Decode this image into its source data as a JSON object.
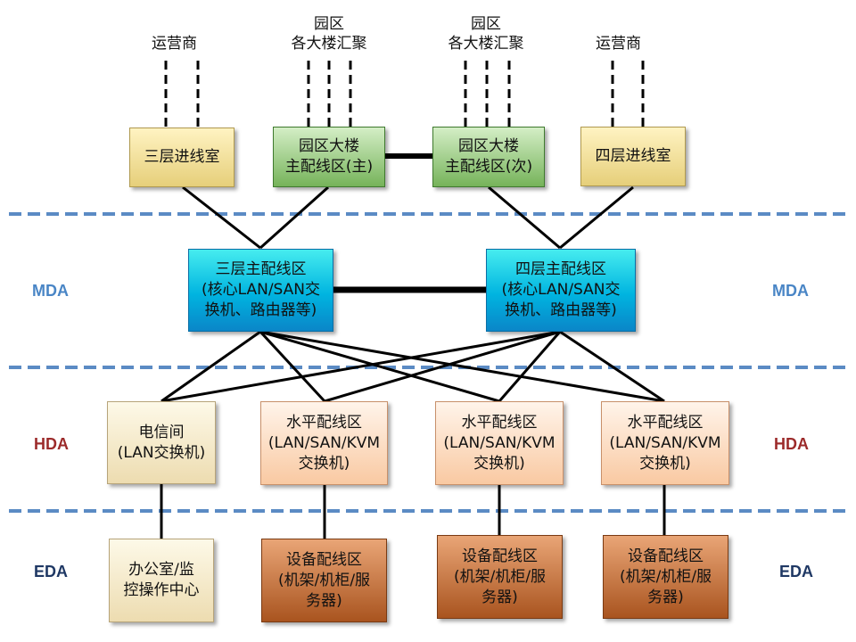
{
  "top_labels": {
    "carrier_left": "运营商",
    "campus_1": "园区",
    "campus_1b": "各大楼汇聚",
    "campus_2": "园区",
    "campus_2b": "各大楼汇聚",
    "carrier_right": "运营商"
  },
  "entrance": {
    "third_floor": [
      "三层进线室"
    ],
    "campus_main": [
      "园区大楼",
      "主配线区(主)"
    ],
    "campus_backup": [
      "园区大楼",
      "主配线区(次)"
    ],
    "fourth_floor": [
      "四层进线室"
    ]
  },
  "mda": {
    "left": [
      "三层主配线区",
      "(核心LAN/SAN交",
      "换机、路由器等)"
    ],
    "right": [
      "四层主配线区",
      "(核心LAN/SAN交",
      "换机、路由器等)"
    ]
  },
  "hda": {
    "telecom": [
      "电信间",
      "(LAN交换机)"
    ],
    "h1": [
      "水平配线区",
      "(LAN/SAN/KVM",
      "交换机)"
    ],
    "h2": [
      "水平配线区",
      "(LAN/SAN/KVM",
      "交换机)"
    ],
    "h3": [
      "水平配线区",
      "(LAN/SAN/KVM",
      "交换机)"
    ]
  },
  "eda": {
    "office": [
      "办公室/监",
      "控操作中心"
    ],
    "e1": [
      "设备配线区",
      "(机架/机柜/服",
      "务器)"
    ],
    "e2": [
      "设备配线区",
      "(机架/机柜/服",
      "务器)"
    ],
    "e3": [
      "设备配线区",
      "(机架/机柜/服",
      "务器)"
    ]
  },
  "zone_labels": {
    "mda": "MDA",
    "hda": "HDA",
    "eda": "EDA"
  },
  "colors": {
    "separator": "#5b8bc4",
    "mda_label": "#4a86c6",
    "hda_label": "#9c2b2b",
    "eda_label": "#1f3864"
  }
}
